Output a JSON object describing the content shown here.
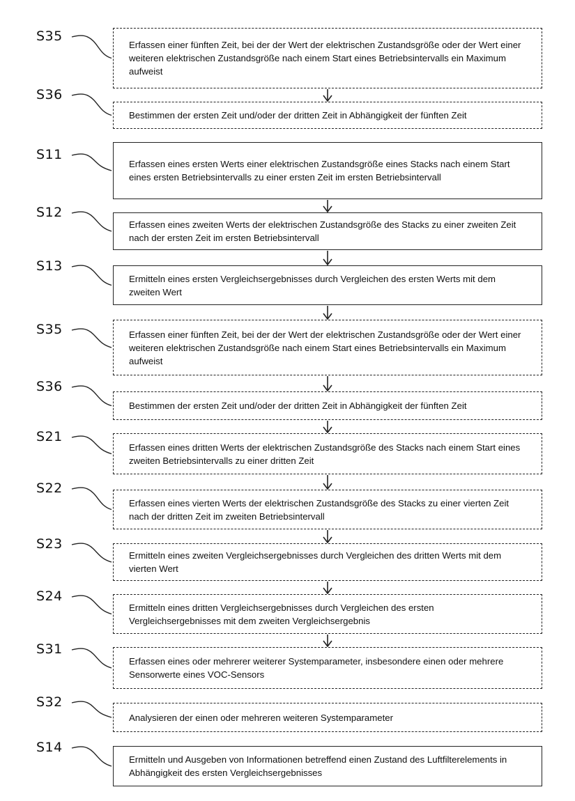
{
  "steps": [
    {
      "id": "S35",
      "style": "dashed",
      "text": "Erfassen einer fünften Zeit, bei der der Wert der elektrischen Zustandsgröße oder der Wert einer weiteren elektrischen Zustandsgröße nach einem Start eines Betriebsintervalls ein Maximum aufweist"
    },
    {
      "id": "S36",
      "style": "dashed",
      "text": "Bestimmen der ersten Zeit und/oder der dritten Zeit in Abhängigkeit der fünften Zeit"
    },
    {
      "id": "S11",
      "style": "solid",
      "text": "Erfassen eines ersten Werts einer elektrischen Zustandsgröße eines Stacks nach einem Start eines ersten Betriebsintervalls zu einer ersten Zeit im ersten Betriebsintervall"
    },
    {
      "id": "S12",
      "style": "solid",
      "text": "Erfassen eines zweiten Werts der elektrischen Zustandsgröße des Stacks zu einer zweiten Zeit nach der ersten Zeit im ersten Betriebsintervall"
    },
    {
      "id": "S13",
      "style": "solid",
      "text": "Ermitteln eines ersten Vergleichsergebnisses durch Vergleichen des ersten Werts mit dem zweiten Wert"
    },
    {
      "id": "S35",
      "style": "dashed",
      "text": "Erfassen einer fünften Zeit, bei der der Wert der elektrischen Zustandsgröße oder der Wert einer weiteren elektrischen Zustandsgröße nach einem Start eines Betriebsintervalls ein Maximum aufweist"
    },
    {
      "id": "S36",
      "style": "dashed",
      "text": "Bestimmen der ersten Zeit und/oder der dritten Zeit in Abhängigkeit der fünften Zeit"
    },
    {
      "id": "S21",
      "style": "dashed",
      "text": "Erfassen eines dritten Werts der elektrischen Zustandsgröße des Stacks nach einem Start eines zweiten Betriebsintervalls zu einer dritten Zeit"
    },
    {
      "id": "S22",
      "style": "dashed",
      "text": "Erfassen eines vierten Werts der elektrischen Zustandsgröße des Stacks zu einer vierten Zeit nach der dritten Zeit im zweiten Betriebsintervall"
    },
    {
      "id": "S23",
      "style": "dashed",
      "text": "Ermitteln eines zweiten Vergleichsergebnisses durch Vergleichen des dritten Werts mit dem vierten Wert"
    },
    {
      "id": "S24",
      "style": "dashed",
      "text": "Ermitteln eines dritten Vergleichsergebnisses durch Vergleichen des ersten Vergleichsergebnisses mit dem zweiten Vergleichsergebnis"
    },
    {
      "id": "S31",
      "style": "dashed",
      "text": "Erfassen eines oder mehrerer weiterer Systemparameter, insbesondere einen oder mehrere Sensorwerte eines VOC-Sensors"
    },
    {
      "id": "S32",
      "style": "dashed",
      "text": "Analysieren der einen oder mehreren weiteren Systemparameter"
    },
    {
      "id": "S14",
      "style": "solid",
      "text": "Ermitteln und Ausgeben von Informationen betreffend einen Zustand des Luftfilterelements  in Abhängigkeit des ersten Vergleichsergebnisses"
    }
  ],
  "arrows_after": [
    0,
    2,
    3,
    4,
    5,
    6,
    7,
    8,
    9,
    10
  ]
}
